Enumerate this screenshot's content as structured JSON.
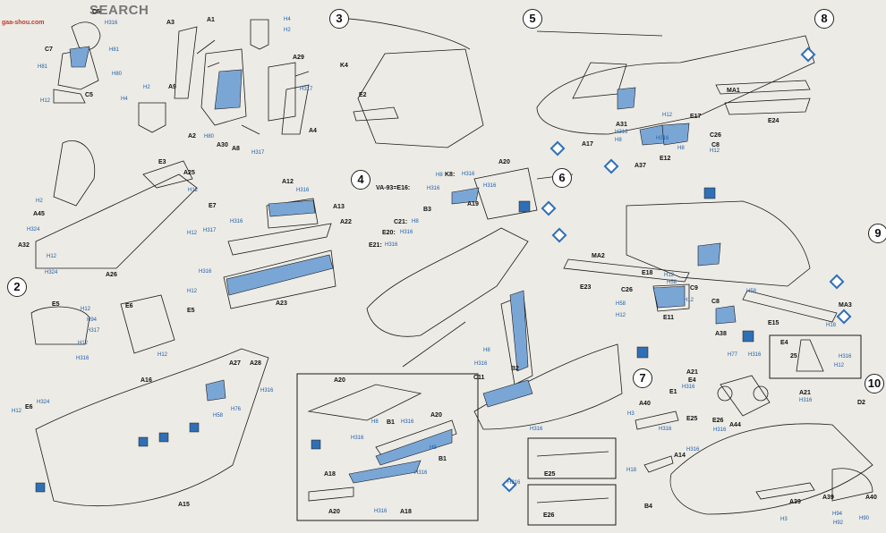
{
  "watermark": {
    "text": "SEARCH",
    "site": "gaa-shou.com"
  },
  "colors": {
    "paint_blue": "#7aa6d6",
    "ink": "#1b1b1b",
    "paper": "#ecebe6",
    "code_blue": "#1f5fa8"
  },
  "steps": [
    "2",
    "3",
    "4",
    "5",
    "6",
    "7",
    "8",
    "9",
    "10"
  ],
  "callouts": {
    "c1": "C5",
    "c2": "C7",
    "c3": "C5",
    "c4": "A1",
    "c5": "A3",
    "c6": "A9",
    "c7": "A2",
    "c8": "A30",
    "c9": "A8",
    "c10": "A29",
    "c11": "A4",
    "c12": "E3",
    "c13": "A25",
    "c14": "E7",
    "c15": "A45",
    "c16": "A32",
    "c17": "A26",
    "c18": "A12",
    "c19": "A13",
    "c20": "A22",
    "c21": "A23",
    "c22": "E5",
    "c23": "E6",
    "c24": "E5",
    "c25": "E6",
    "c26": "A16",
    "c27": "A27",
    "c28": "A28",
    "c29": "A15",
    "c30": "K4",
    "c31": "E2",
    "c32": "VA-93=E16:",
    "c33": "K8:",
    "c34": "A20",
    "c35": "B3",
    "c36": "A19",
    "c37": "C21:",
    "c38": "E20:",
    "c39": "E21:",
    "c40": "A20",
    "c41": "B1",
    "c42": "A20",
    "c43": "B1",
    "c44": "A18",
    "c45": "A20",
    "c46": "A18",
    "c47": "C11",
    "c48": "B2",
    "c49": "A31",
    "c50": "A17",
    "c51": "E12",
    "c52": "E17",
    "c53": "C26",
    "c54": "C8",
    "c55": "A37",
    "c56": "MA1",
    "c57": "E24",
    "c58": "MA2",
    "c59": "E23",
    "c60": "E18",
    "c61": "C26",
    "c62": "C9",
    "c63": "E11",
    "c64": "C8",
    "c65": "A38",
    "c66": "MA3",
    "c67": "E15",
    "c68": "E4",
    "c69": "25",
    "c70": "A21",
    "c71": "E4",
    "c72": "E1",
    "c73": "A21",
    "c74": "A40",
    "c75": "E25",
    "c76": "E26",
    "c77": "A44",
    "c78": "A14",
    "c79": "B4",
    "c80": "E25",
    "c81": "E26",
    "c82": "A39",
    "c83": "A39",
    "c84": "A40",
    "c85": "D2"
  },
  "paint_codes": {
    "p1": "H316",
    "p2": "H81",
    "p3": "H81",
    "p4": "H80",
    "p5": "H12",
    "p6": "H4",
    "p7": "H2",
    "p8": "H2",
    "p9": "H4",
    "p10": "H80",
    "p11": "H317",
    "p12": "H317",
    "p13": "H12",
    "p14": "H12",
    "p15": "H317",
    "p16": "H2",
    "p17": "H324",
    "p18": "H12",
    "p19": "H324",
    "p20": "H316",
    "p21": "H316",
    "p22": "H316",
    "p23": "H12",
    "p24": "H94",
    "p25": "H317",
    "p26": "H12",
    "p27": "H316",
    "p28": "H12",
    "p29": "H12",
    "p30": "H324",
    "p31": "H12",
    "p32": "H58",
    "p33": "H76",
    "p34": "H316",
    "p35": "H316",
    "p36": "H8",
    "p37": "H316",
    "p38": "H316",
    "p39": "H316",
    "p40": "H8",
    "p41": "H316",
    "p42": "H316",
    "p43": "H8",
    "p44": "H316",
    "p45": "H316",
    "p46": "H8",
    "p47": "H316",
    "p48": "H316",
    "p49": "H316",
    "p50": "H12",
    "p51": "H316",
    "p52": "H8",
    "p53": "H12",
    "p54": "H8",
    "p55": "H12",
    "p56": "H58",
    "p57": "H58",
    "p58": "H12",
    "p59": "H58",
    "p60": "H12",
    "p61": "H18",
    "p62": "H77",
    "p63": "H316",
    "p64": "H316",
    "p65": "H12",
    "p66": "H316",
    "p67": "H316",
    "p68": "H3",
    "p69": "H316",
    "p70": "H316",
    "p71": "H316",
    "p72": "H18",
    "p73": "H3",
    "p74": "H94",
    "p75": "H92",
    "p76": "H90",
    "p77": "H316",
    "p78": "H8",
    "p79": "H316"
  }
}
